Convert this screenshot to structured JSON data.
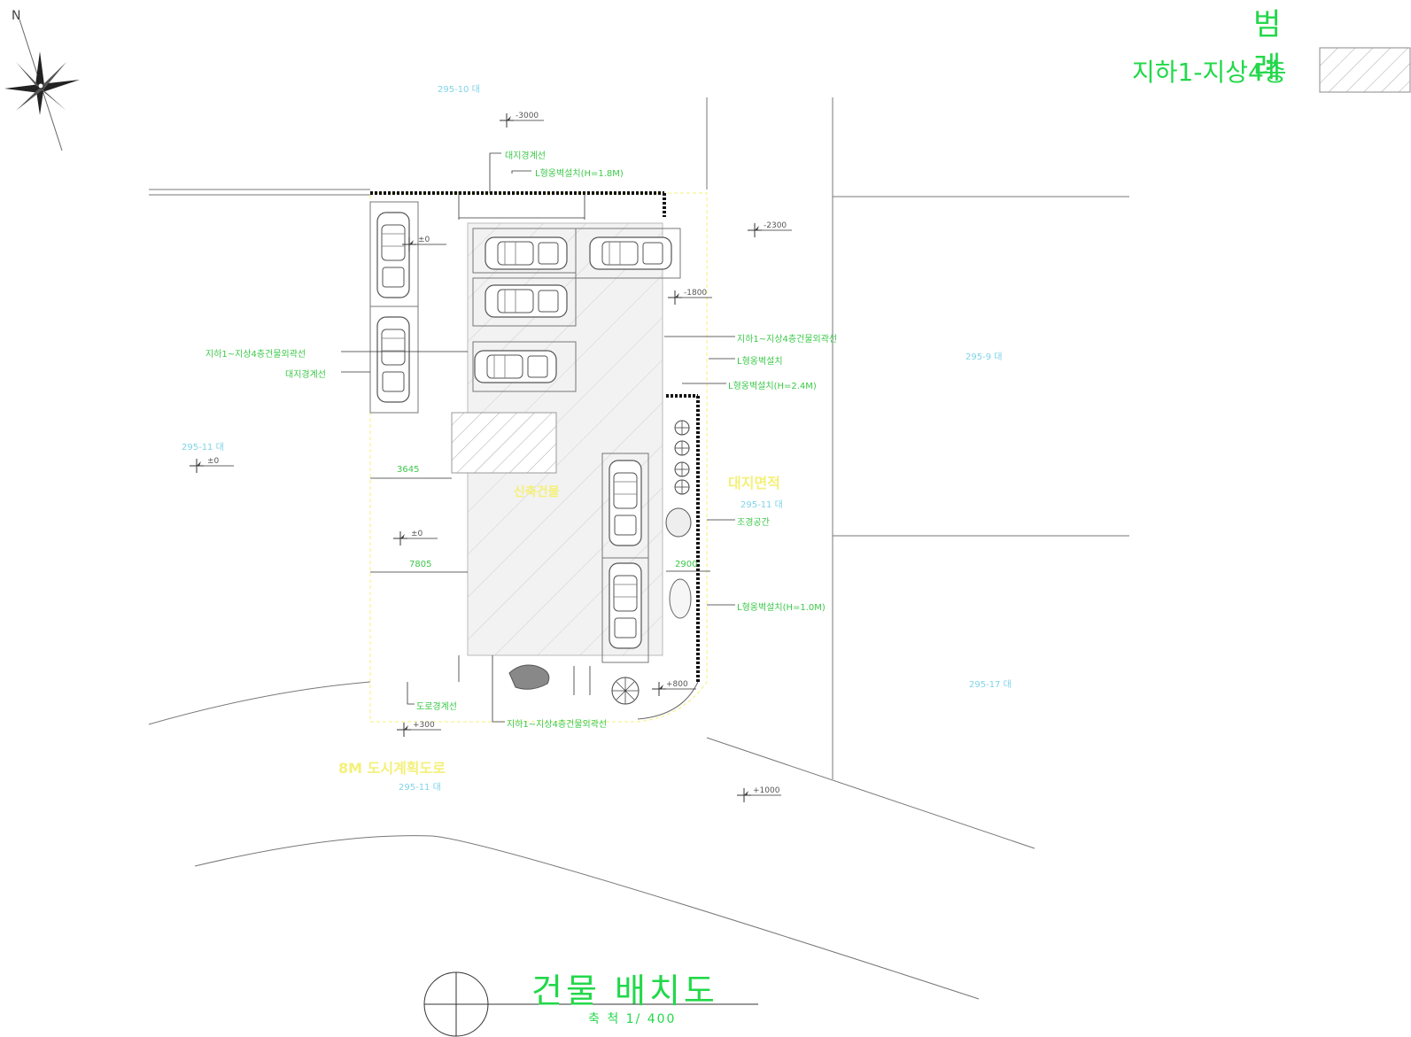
{
  "legend": {
    "title": "범 례",
    "label": "지하1-지상4층"
  },
  "sheet": {
    "title": "건물 배치도",
    "scale_text": "축 척  1/ 400"
  },
  "north": {
    "label": "N"
  },
  "levels": {
    "l_m3000": "-3000",
    "l_m2300": "-2300",
    "l_m1800": "-1800",
    "l_p0_a": "±0",
    "l_p0_b": "±0",
    "l_p0_c": "±0",
    "l_p800": "+800",
    "l_p300": "+300",
    "l_p1000": "+1000"
  },
  "dims": {
    "d_left_1": "3645",
    "d_left_2": "7805",
    "d_right_1": "2900"
  },
  "notes": {
    "n_top_1": "대지경계선",
    "n_top_2": "L형옹벽설치(H=1.8M)",
    "n_left_1": "지하1~지상4층건물외곽선",
    "n_left_2": "대지경계선",
    "n_right_1": "지하1~지상4층건물외곽선",
    "n_right_2": "L형옹벽설치",
    "n_right_3": "L형옹벽설치(H=2.4M)",
    "n_right_4": "조경공간",
    "n_right_5": "L형옹벽설치(H=1.0M)",
    "n_bottom_1": "도로경계선",
    "n_bottom_2": "지하1~지상4층건물외곽선"
  },
  "lots": {
    "lot_top": "295-10 대",
    "lot_left": "295-11 대",
    "lot_right_top": "295-9 대",
    "lot_right_mid": "295-11 대",
    "lot_right_bottom": "295-17 대",
    "lot_bottom": "295-11 대"
  },
  "yellow": {
    "road": "8M 도시계획도로",
    "building": "신축건물",
    "site": "대지면적"
  },
  "colors": {
    "green": "#22d84a",
    "black": "#111111"
  }
}
